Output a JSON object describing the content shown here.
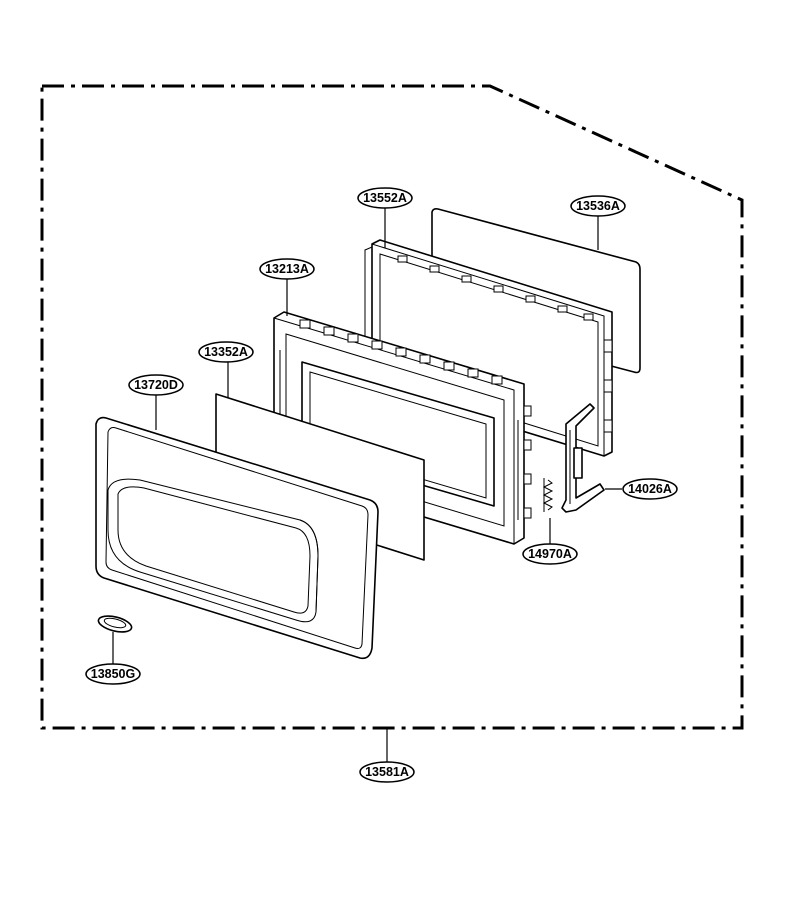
{
  "callouts": [
    {
      "id": "door-frame",
      "label": "13552A"
    },
    {
      "id": "door-panel",
      "label": "13536A"
    },
    {
      "id": "door-assembly",
      "label": "13213A"
    },
    {
      "id": "choke-cover",
      "label": "13352A"
    },
    {
      "id": "door-trim",
      "label": "13720D"
    },
    {
      "id": "latch-hook",
      "label": "14026A"
    },
    {
      "id": "latch-spring",
      "label": "14970A"
    },
    {
      "id": "door-badge",
      "label": "13850G"
    },
    {
      "id": "door-complete",
      "label": "13581A"
    }
  ]
}
